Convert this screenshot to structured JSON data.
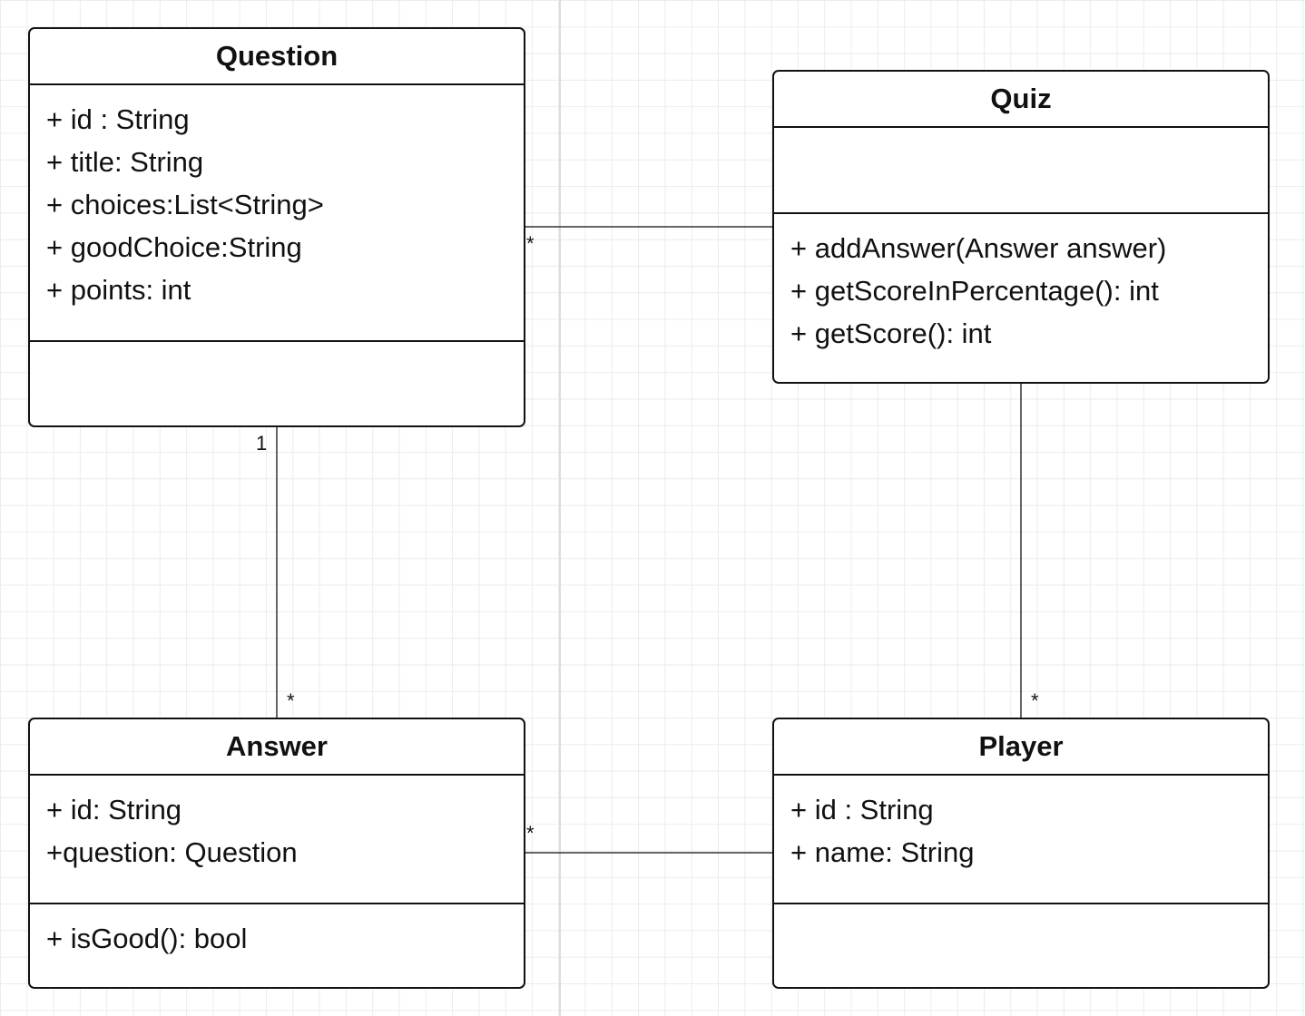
{
  "classes": {
    "question": {
      "name": "Question",
      "attributes": [
        "+ id : String",
        "+ title: String",
        "+ choices:List<String>",
        "+ goodChoice:String",
        "+ points: int"
      ],
      "operations": []
    },
    "quiz": {
      "name": "Quiz",
      "attributes": [],
      "operations": [
        "+ addAnswer(Answer answer)",
        "+ getScoreInPercentage(): int",
        "+ getScore(): int"
      ]
    },
    "answer": {
      "name": "Answer",
      "attributes": [
        "+ id: String",
        "+question: Question"
      ],
      "operations": [
        "+ isGood(): bool"
      ]
    },
    "player": {
      "name": "Player",
      "attributes": [
        "+ id : String",
        "+ name: String"
      ],
      "operations": []
    }
  },
  "associations": {
    "question_quiz": {
      "question_end": "*",
      "quiz_end": ""
    },
    "question_answer": {
      "question_end": "1",
      "answer_end": "*"
    },
    "quiz_player": {
      "quiz_end": "",
      "player_end": "*"
    },
    "answer_player": {
      "answer_end": "*",
      "player_end": ""
    }
  }
}
